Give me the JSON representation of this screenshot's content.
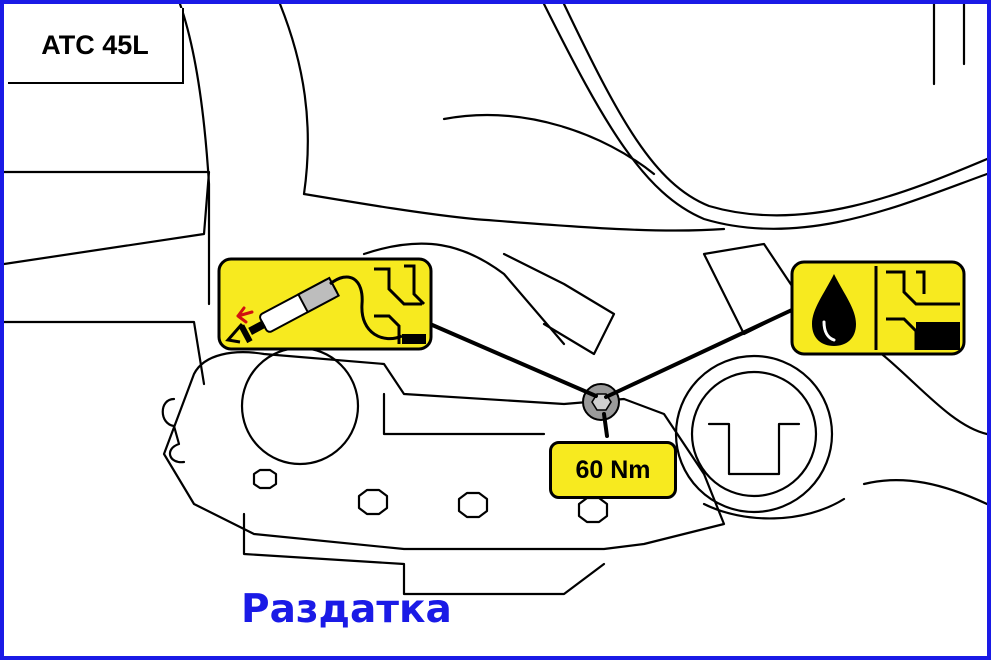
{
  "model": "ATC 45L",
  "torque": "60 Nm",
  "caption": "Раздатка",
  "icons": {
    "left": "oil-suction-pump-drain-icon",
    "right": "oil-drop-fill-level-icon"
  },
  "colors": {
    "border": "#1a1ae6",
    "caption": "#1a1ae6",
    "label_fill": "#f7ea1f",
    "line": "#000000"
  }
}
